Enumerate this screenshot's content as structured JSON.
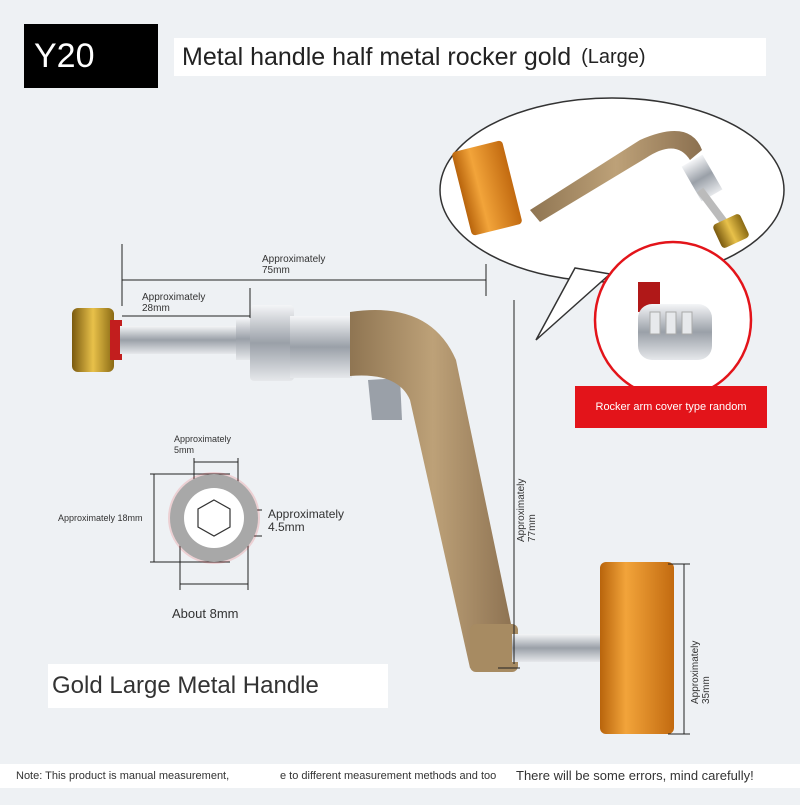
{
  "header": {
    "model": "Y20",
    "title": "Metal handle half metal rocker gold",
    "size": "(Large)"
  },
  "dimensions": {
    "width_75": [
      "Approximately",
      "75mm"
    ],
    "width_28": [
      "Approximately",
      "28mm"
    ],
    "hole_5": [
      "Approximately",
      "5mm"
    ],
    "outer_18": "Approximately 18mm",
    "hex_45": [
      "Approximately",
      "4.5mm"
    ],
    "base_8": "About 8mm",
    "height_77": [
      "Approximately",
      "77mm"
    ],
    "knob_35": [
      "Approximately",
      "35mm"
    ]
  },
  "callout": {
    "text": "Rocker arm cover type random"
  },
  "caption": "Gold Large Metal Handle",
  "footer": {
    "note_a": "Note: This product is manual measurement,",
    "note_b": "e to different measurement methods and too",
    "note_c": "There will be some errors, mind carefully!"
  },
  "colors": {
    "gold_arm": "#ad9168",
    "orange_knob": "#e5921e",
    "chrome": "#c9ccd2",
    "red": "#e3141a"
  }
}
